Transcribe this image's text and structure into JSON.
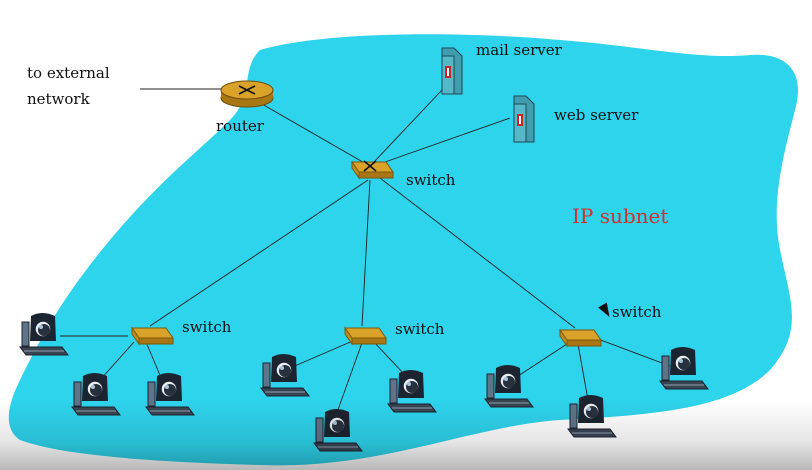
{
  "labels": {
    "external_line1": "to external",
    "external_line2": "network",
    "router": "router",
    "mail_server": "mail server",
    "web_server": "web server",
    "center_switch": "switch",
    "subnet": "IP subnet",
    "left_switch": "switch",
    "middle_switch": "switch",
    "right_switch": "switch"
  },
  "colors": {
    "subnet_fill": "#2ed3ec",
    "subnet_text": "#d0312d",
    "device_gold": "#d9a32a",
    "server_body": "#56b7c9",
    "server_accent": "#c62828",
    "host_dark": "#1b2430"
  },
  "icons": [
    "router-icon",
    "switch-icon",
    "server-icon",
    "host-computer-icon"
  ]
}
